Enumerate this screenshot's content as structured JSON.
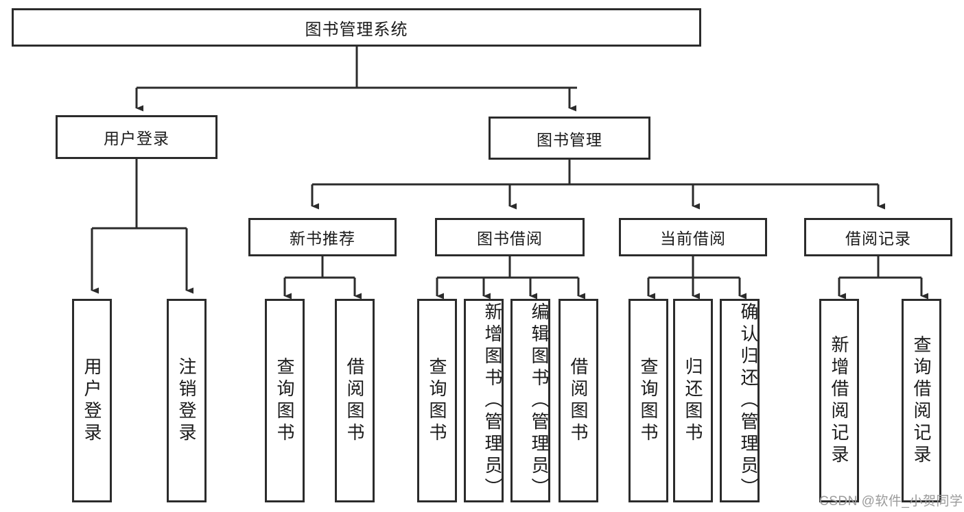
{
  "diagram": {
    "type": "tree-hierarchy",
    "title": "图书管理系统",
    "orientation": "top-down",
    "colors": {
      "box_border": "#2b2b2b",
      "box_fill": "#ffffff",
      "connector": "#2b2b2b",
      "text": "#1a1a1a",
      "watermark": "#9a9a9a",
      "background": "#ffffff"
    }
  },
  "root": {
    "label": "图书管理系统"
  },
  "level1": [
    {
      "id": "user-login",
      "label": "用户登录"
    },
    {
      "id": "book-management",
      "label": "图书管理"
    }
  ],
  "level2": [
    {
      "id": "new-book-recommend",
      "label": "新书推荐"
    },
    {
      "id": "book-borrow",
      "label": "图书借阅"
    },
    {
      "id": "current-borrow",
      "label": "当前借阅"
    },
    {
      "id": "borrow-record",
      "label": "借阅记录"
    }
  ],
  "leaves": {
    "user_login": [
      {
        "id": "leaf-user-login",
        "label": "用户登录"
      },
      {
        "id": "leaf-logout",
        "label": "注销登录"
      }
    ],
    "new_book_recommend": [
      {
        "id": "leaf-query-book-1",
        "label": "查询图书"
      },
      {
        "id": "leaf-borrow-book-1",
        "label": "借阅图书"
      }
    ],
    "book_borrow": [
      {
        "id": "leaf-query-book-2",
        "label": "查询图书"
      },
      {
        "id": "leaf-add-book",
        "label": "新增图书（管理员）"
      },
      {
        "id": "leaf-edit-book",
        "label": "编辑图书（管理员）"
      },
      {
        "id": "leaf-borrow-book-2",
        "label": "借阅图书"
      }
    ],
    "current_borrow": [
      {
        "id": "leaf-query-book-3",
        "label": "查询图书"
      },
      {
        "id": "leaf-return-book",
        "label": "归还图书"
      },
      {
        "id": "leaf-confirm-return",
        "label": "确认归还（管理员）"
      }
    ],
    "borrow_record": [
      {
        "id": "leaf-add-record",
        "label": "新增借阅记录"
      },
      {
        "id": "leaf-query-record",
        "label": "查询借阅记录"
      }
    ]
  },
  "watermark": {
    "text": "CSDN @软件_小贺同学"
  }
}
